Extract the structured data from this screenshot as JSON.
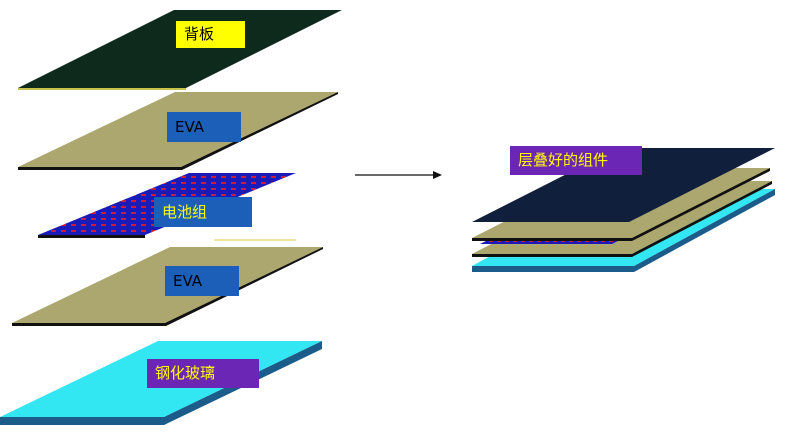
{
  "labels": {
    "backsheet": "背板",
    "eva_top": "EVA",
    "cell_string": "电池组",
    "eva_bottom": "EVA",
    "glass": "钢化玻璃",
    "assembled": "层叠好的组件"
  },
  "colors": {
    "backsheet": "#0d2a1c",
    "eva": "#aca76e",
    "cell_blue": "#1b1bb8",
    "cell_red": "#d11a33",
    "glass": "#33e7f2",
    "glass_edge": "#1c5c8a",
    "tag_yellow": "#ffff00",
    "tag_blue": "#1c5fb8",
    "tag_purple": "#6b26b5",
    "tag_text_yellow": "#ffff00",
    "tag_text_black": "#000000",
    "stack_backsheet": "#0f1f3c"
  }
}
